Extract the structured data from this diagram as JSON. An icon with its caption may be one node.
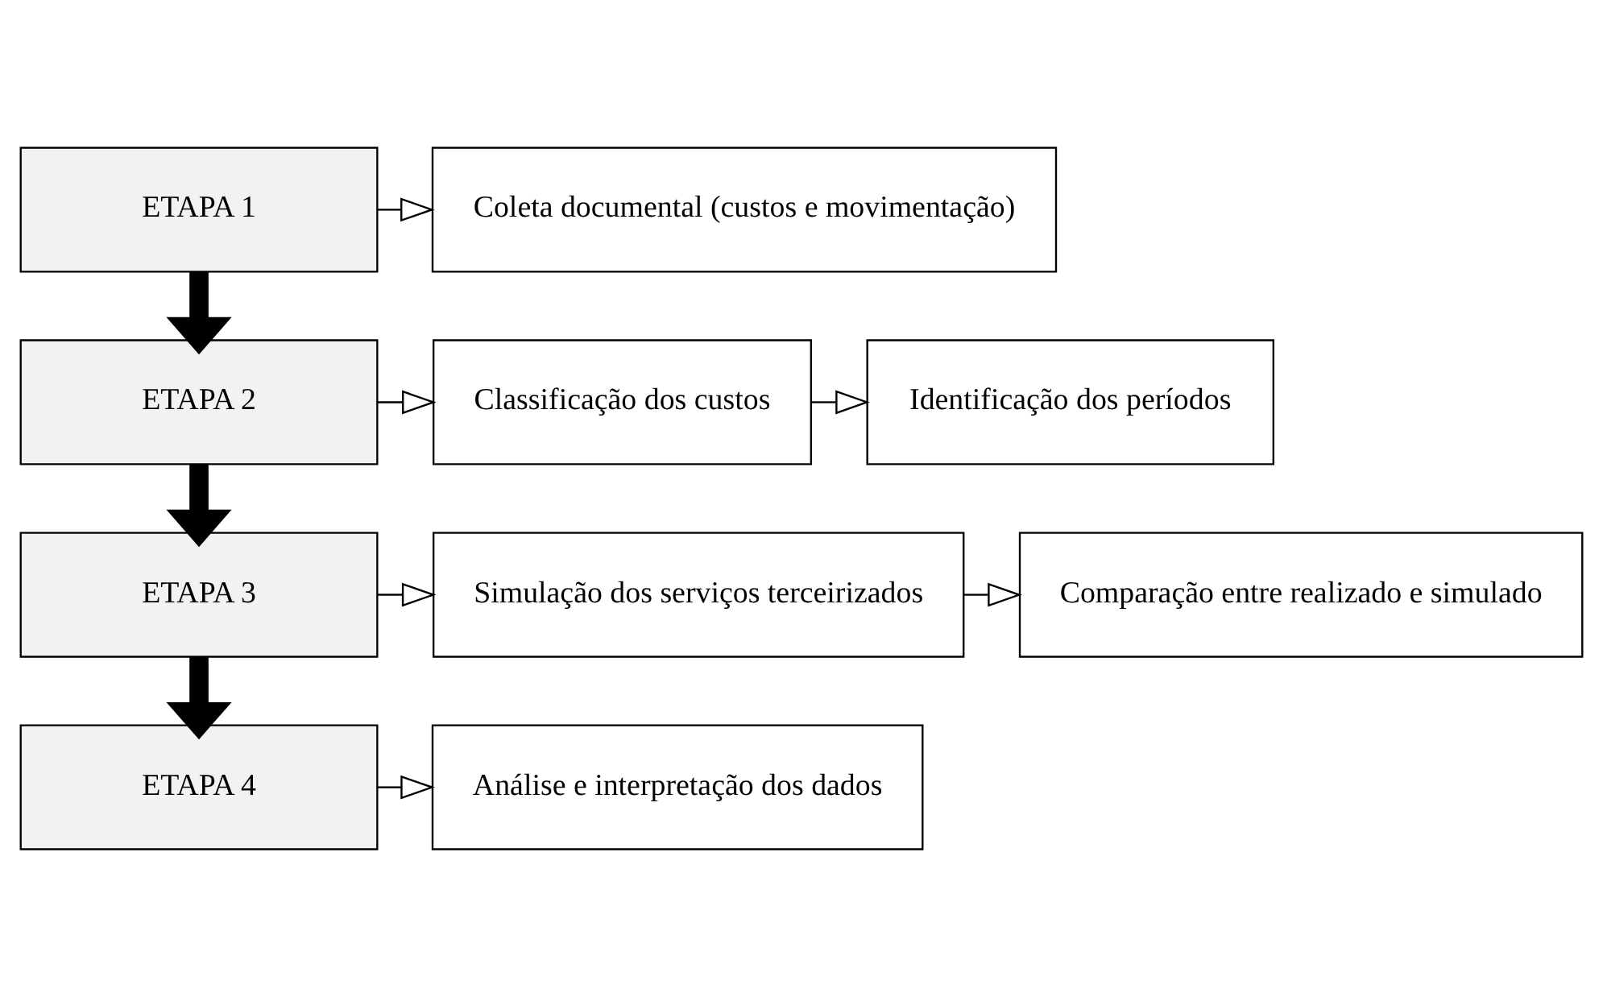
{
  "diagram": {
    "nodes": [
      {
        "text": [
          "ETAPA 1"
        ]
      },
      {
        "text": [
          "Coleta documental (custos e movimentação)"
        ]
      },
      {
        "text": [
          "ETAPA 2"
        ]
      },
      {
        "text": [
          "Classificação dos custos"
        ]
      },
      {
        "text": [
          "Identificação dos períodos"
        ]
      },
      {
        "text": [
          "ETAPA 3"
        ]
      },
      {
        "text": [
          "Simulação dos serviços terceirizados"
        ]
      },
      {
        "text": [
          "Comparação entre realizado e simulado"
        ]
      },
      {
        "text": [
          "ETAPA 4"
        ]
      },
      {
        "text": [
          "Análise e interpretação dos dados"
        ]
      }
    ],
    "edges": [
      {
        "from": 0,
        "to": 1,
        "arrow": "to"
      },
      {
        "from": 0,
        "to": 2,
        "arrow": "to",
        "style": "thick"
      },
      {
        "from": 2,
        "to": 3,
        "arrow": "to"
      },
      {
        "from": 3,
        "to": 4,
        "arrow": "to"
      },
      {
        "from": 2,
        "to": 5,
        "arrow": "to",
        "style": "thick"
      },
      {
        "from": 5,
        "to": 6,
        "arrow": "to"
      },
      {
        "from": 6,
        "to": 7,
        "arrow": "to"
      },
      {
        "from": 5,
        "to": 8,
        "arrow": "to",
        "style": "thick"
      },
      {
        "from": 8,
        "to": 9,
        "arrow": "to"
      }
    ]
  }
}
